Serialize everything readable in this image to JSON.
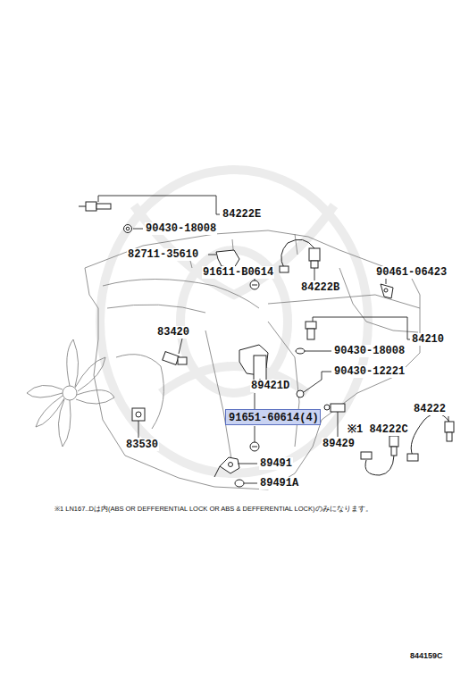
{
  "diagram": {
    "nodes": [
      {
        "text": [
          "91651-60614(4)"
        ]
      }
    ],
    "labels": [
      "84222E",
      "90430-18008",
      "82711-35610",
      "84222B",
      "90461-06423",
      "91611-B0614",
      "83420",
      "84210",
      "90430-18008",
      "90430-12221",
      "89421D",
      "84222",
      "※1 84222C",
      "89429",
      "83530",
      "89491",
      "89491A",
      "※1 LN167..Dは内(ABS OR DEFFERENTIAL LOCK OR ABS & DEFFERENTIAL LOCK)のみになります。",
      "844159C"
    ]
  }
}
